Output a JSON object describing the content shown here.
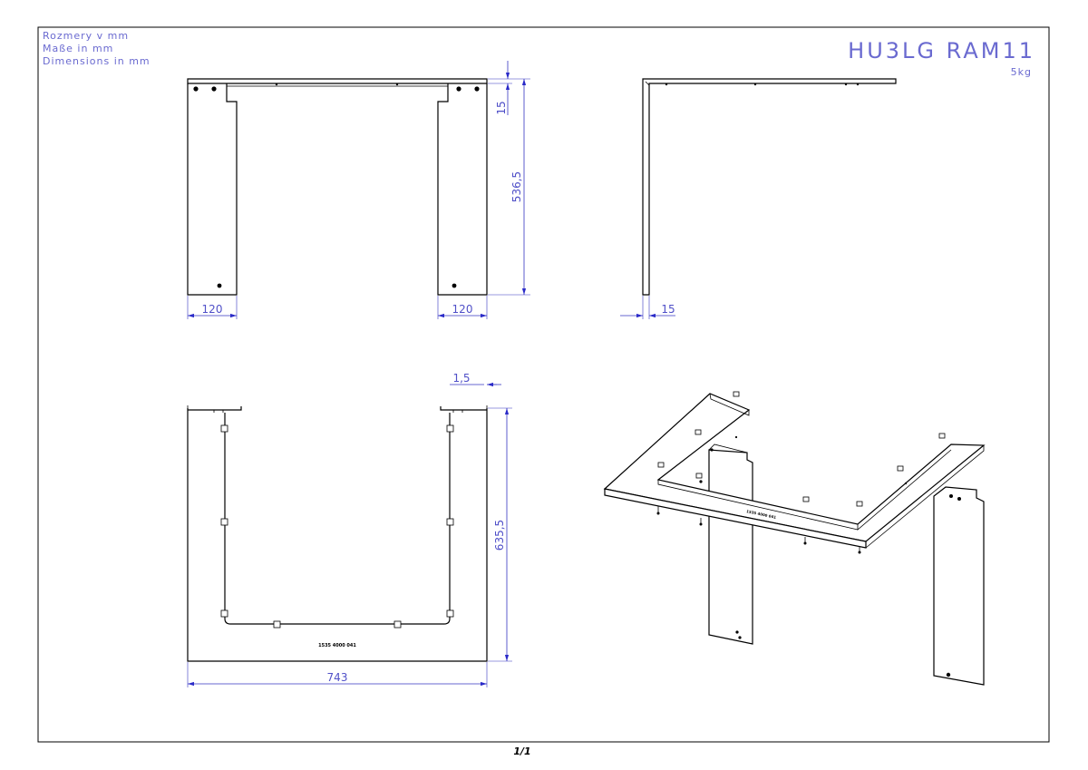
{
  "title_block": {
    "units_sk": "Rozmery v mm",
    "units_de": "Maße in mm",
    "units_en": "Dimensions in mm",
    "part_name": "HU3LG RAM11",
    "weight": "5kg",
    "part_label": "1535 4000 041"
  },
  "dimensions": {
    "front_leg_width_left": "120",
    "front_leg_width_right": "120",
    "front_top_thickness": "15",
    "front_height": "536,5",
    "side_thickness": "15",
    "top_flange": "1,5",
    "top_depth": "635,5",
    "top_width": "743"
  },
  "footer": {
    "page": "1/1"
  },
  "colors": {
    "dimension": "#3434c0",
    "title_text": "#6a6ad0",
    "linework": "#000000"
  }
}
